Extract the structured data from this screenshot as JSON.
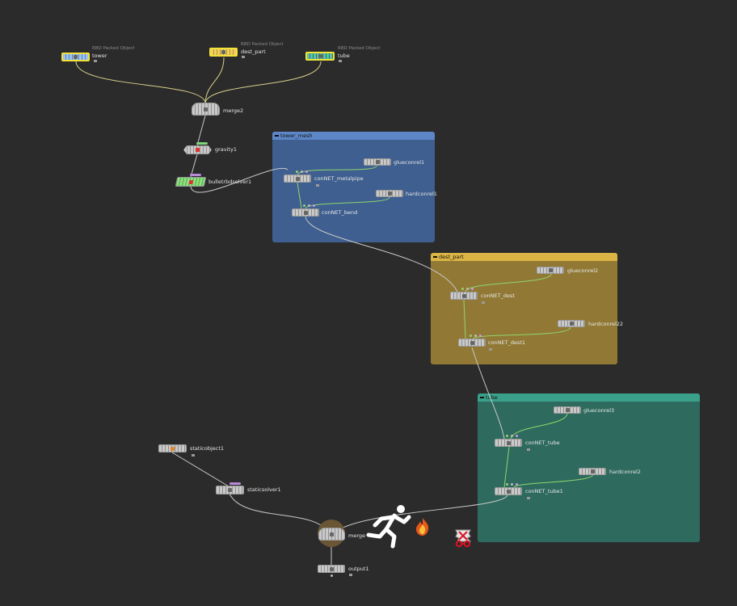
{
  "network": {
    "boxes": {
      "tower_mesh": {
        "title": "tower_mesh",
        "color": "#3e5f8f",
        "header": "#5d86c6"
      },
      "dest_part": {
        "title": "dest_part",
        "color": "#917935",
        "header": "#dcb445"
      },
      "tube": {
        "title": "tube",
        "color": "#2e6b5e",
        "header": "#3aa08a"
      }
    },
    "nodes": {
      "tower": {
        "label": "tower",
        "type_label": "RBD Packed Object"
      },
      "dest_part": {
        "label": "dest_part",
        "type_label": "RBD Packed Object"
      },
      "tube": {
        "label": "tube",
        "type_label": "RBD Packed Object"
      },
      "merge2": {
        "label": "merge2"
      },
      "gravity1": {
        "label": "gravity1"
      },
      "bulletrbdsolver1": {
        "label": "bulletrbdsolver1"
      },
      "glueconrel1": {
        "label": "glueconrel1"
      },
      "conNET_metalpipe": {
        "label": "conNET_metalpipe"
      },
      "hardconrel1": {
        "label": "hardconrel1"
      },
      "conNET_bend": {
        "label": "conNET_bend"
      },
      "glueconrel2": {
        "label": "glueconrel2"
      },
      "conNET_dest": {
        "label": "conNET_dest"
      },
      "hardconrel22": {
        "label": "hardconrel22"
      },
      "conNET_dest1": {
        "label": "conNET_dest1"
      },
      "glueconrel3": {
        "label": "glueconrel3"
      },
      "conNET_tube": {
        "label": "conNET_tube"
      },
      "hardconrel2": {
        "label": "hardconrel2"
      },
      "conNET_tube1": {
        "label": "conNET_tube1"
      },
      "staticobject1": {
        "label": "staticobject1"
      },
      "staticsolver1": {
        "label": "staticsolver1"
      },
      "merge": {
        "label": "merge"
      },
      "output1": {
        "label": "output1"
      }
    },
    "icons": {
      "running_man": "running-man-icon",
      "fire": "fire-icon",
      "error": "error-node-icon"
    },
    "colors": {
      "background": "#2b2b2b",
      "wire": "#c8c8c8",
      "wire_selected": "#8fd66b",
      "wire_object": "#d9d08a",
      "highlight": "#f2e23a",
      "bullet_node": "#6fd36a",
      "object_node": "#7aa5de",
      "tube_object_node": "#3aa08a",
      "dest_object_node": "#e6c44a",
      "solver_badge": "#b98ad8",
      "gravity_badge": "#7fd67a"
    }
  }
}
